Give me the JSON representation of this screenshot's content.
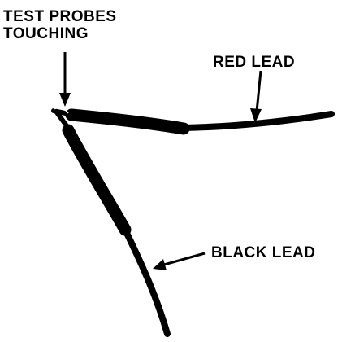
{
  "labels": {
    "probes_line1": "TEST PROBES",
    "probes_line2": "TOUCHING",
    "red_lead": "RED LEAD",
    "black_lead": "BLACK LEAD"
  },
  "colors": {
    "ink": "#000000",
    "background": "#ffffff"
  }
}
